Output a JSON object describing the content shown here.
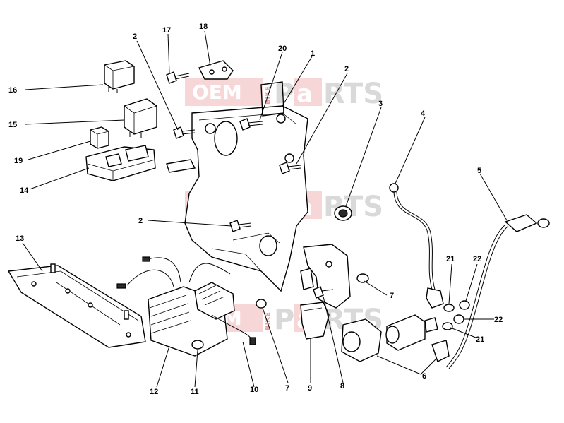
{
  "diagram": {
    "watermark": {
      "oem": "OEM",
      "bike": "BIKE",
      "p": "P",
      "a": "a",
      "rts": "RTS"
    },
    "callouts": [
      {
        "id": "c16",
        "label": "16"
      },
      {
        "id": "c15",
        "label": "15"
      },
      {
        "id": "c19",
        "label": "19"
      },
      {
        "id": "c14",
        "label": "14"
      },
      {
        "id": "c13",
        "label": "13"
      },
      {
        "id": "c2a",
        "label": "2"
      },
      {
        "id": "c17",
        "label": "17"
      },
      {
        "id": "c18",
        "label": "18"
      },
      {
        "id": "c20",
        "label": "20"
      },
      {
        "id": "c1",
        "label": "1"
      },
      {
        "id": "c2b",
        "label": "2"
      },
      {
        "id": "c3",
        "label": "3"
      },
      {
        "id": "c4",
        "label": "4"
      },
      {
        "id": "c5",
        "label": "5"
      },
      {
        "id": "c2c",
        "label": "2"
      },
      {
        "id": "c21a",
        "label": "21"
      },
      {
        "id": "c22a",
        "label": "22"
      },
      {
        "id": "c7a",
        "label": "7"
      },
      {
        "id": "c22b",
        "label": "22"
      },
      {
        "id": "c21b",
        "label": "21"
      },
      {
        "id": "c6",
        "label": "6"
      },
      {
        "id": "c12",
        "label": "12"
      },
      {
        "id": "c11",
        "label": "11"
      },
      {
        "id": "c10",
        "label": "10"
      },
      {
        "id": "c7b",
        "label": "7"
      },
      {
        "id": "c9",
        "label": "9"
      },
      {
        "id": "c8",
        "label": "8"
      }
    ]
  }
}
